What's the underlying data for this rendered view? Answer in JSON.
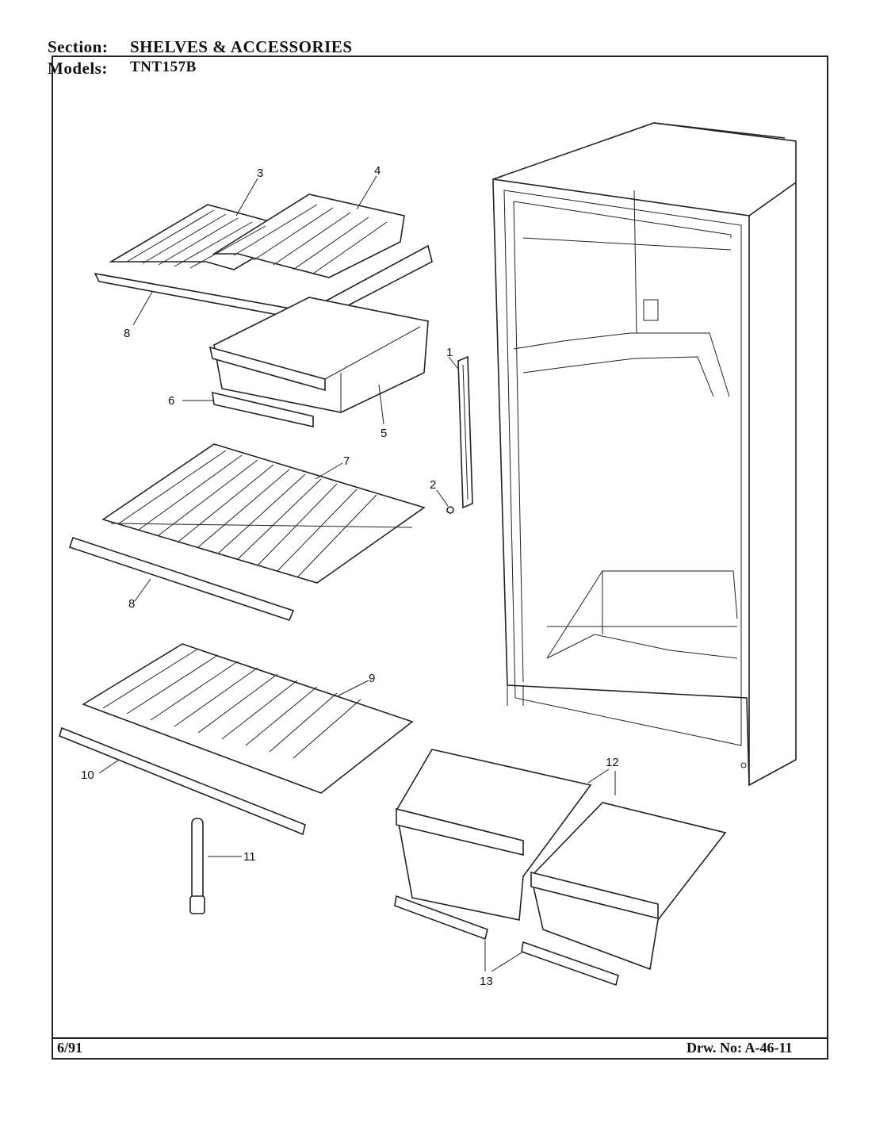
{
  "header": {
    "section_label": "Section:",
    "section_value": "SHELVES & ACCESSORIES",
    "models_label": "Models:",
    "models_value": "TNT157B"
  },
  "footer": {
    "date": "6/91",
    "drawing_number": "Drw. No: A-46-11"
  },
  "callouts": [
    "1",
    "2",
    "3",
    "4",
    "5",
    "6",
    "7",
    "8",
    "8",
    "9",
    "10",
    "11",
    "12",
    "13"
  ]
}
